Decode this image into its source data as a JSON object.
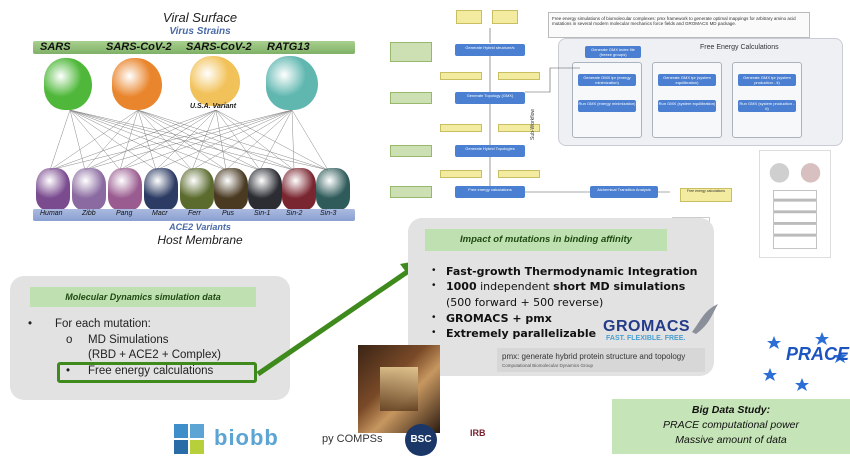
{
  "virus_panel": {
    "title": "Viral Surface",
    "subtitle": "Virus Strains",
    "strains": [
      "SARS",
      "SARS-CoV-2",
      "SARS-CoV-2",
      "RATG13"
    ],
    "variant_note": "U.S.A. Variant",
    "ace2_variants": [
      "Human",
      "Zibb",
      "Pang",
      "Macr",
      "Ferr",
      "Pus",
      "Sin-1",
      "Sin-2",
      "Sin-3"
    ],
    "ace2_title": "ACE2 Variants",
    "membrane": "Host Membrane",
    "strain_colors": [
      "#4fb83a",
      "#e9852c",
      "#f2c25a",
      "#5fb7b0"
    ],
    "ace2_colors": [
      "#7a4b8f",
      "#8a6aa0",
      "#9a5c90",
      "#2c3b63",
      "#5b6b2e",
      "#4a3a22",
      "#2b2d33",
      "#7a2630",
      "#2f5c5a"
    ]
  },
  "md_box": {
    "header": "Molecular Dynamics simulation data",
    "item1": "For each mutation:",
    "item2": "MD Simulations",
    "item3": "(RBD + ACE2 + Complex)",
    "item4": "Free energy calculations"
  },
  "workflow": {
    "header": "Free energy simulations of biomolecular complexes: pmx framework to generate optimal mappings for arbitrary amino acid mutations in several modern molecular mechanics force fields and GROMACS MD package.",
    "fec_title": "Free Energy Calculations",
    "subworkflow": "Sub-Workflow",
    "nodes": [
      "Generate Hybrid structure/s",
      "Generate Topology (GMX)",
      "Generate Hybrid Topologies",
      "Free energy calculations",
      "Alchemical Transition Analysis",
      "Generate GMX index file (freeze groups)",
      "Generate GMX tpr (energy minimization)",
      "Run GMX (energy minimization)",
      "Generate GMX tpr (system equilibration)",
      "Run GMX (system equilibration)",
      "Generate GMX tpr (system production - ti)",
      "Run GMX (system production - ti)"
    ],
    "output": "Free energy calculations"
  },
  "impact_box": {
    "header": "Impact of mutations in binding affinity",
    "line1": "Fast-growth Thermodynamic Integration",
    "line2_bold": "1000",
    "line2_mid": " independent ",
    "line2_bold2": "short MD simulations",
    "line3": "(500 forward + 500 reverse)",
    "line4": "GROMACS + pmx",
    "line5": "Extremely parallelizable"
  },
  "gromacs": {
    "name": "GROMACS",
    "tagline": "FAST. FLEXIBLE. FREE."
  },
  "pmx": {
    "text": "pmx: generate hybrid protein structure and topology",
    "sub": "Computational Biomolecular Dynamics Group"
  },
  "big_data": {
    "title": "Big Data Study:",
    "line1": "PRACE computational power",
    "line2": "Massive amount of data"
  },
  "logos": {
    "prace": "PRACE",
    "biobb": "biobb",
    "pycompss": "py COMPSs",
    "bsc": "BSC",
    "irb": "IRB"
  }
}
